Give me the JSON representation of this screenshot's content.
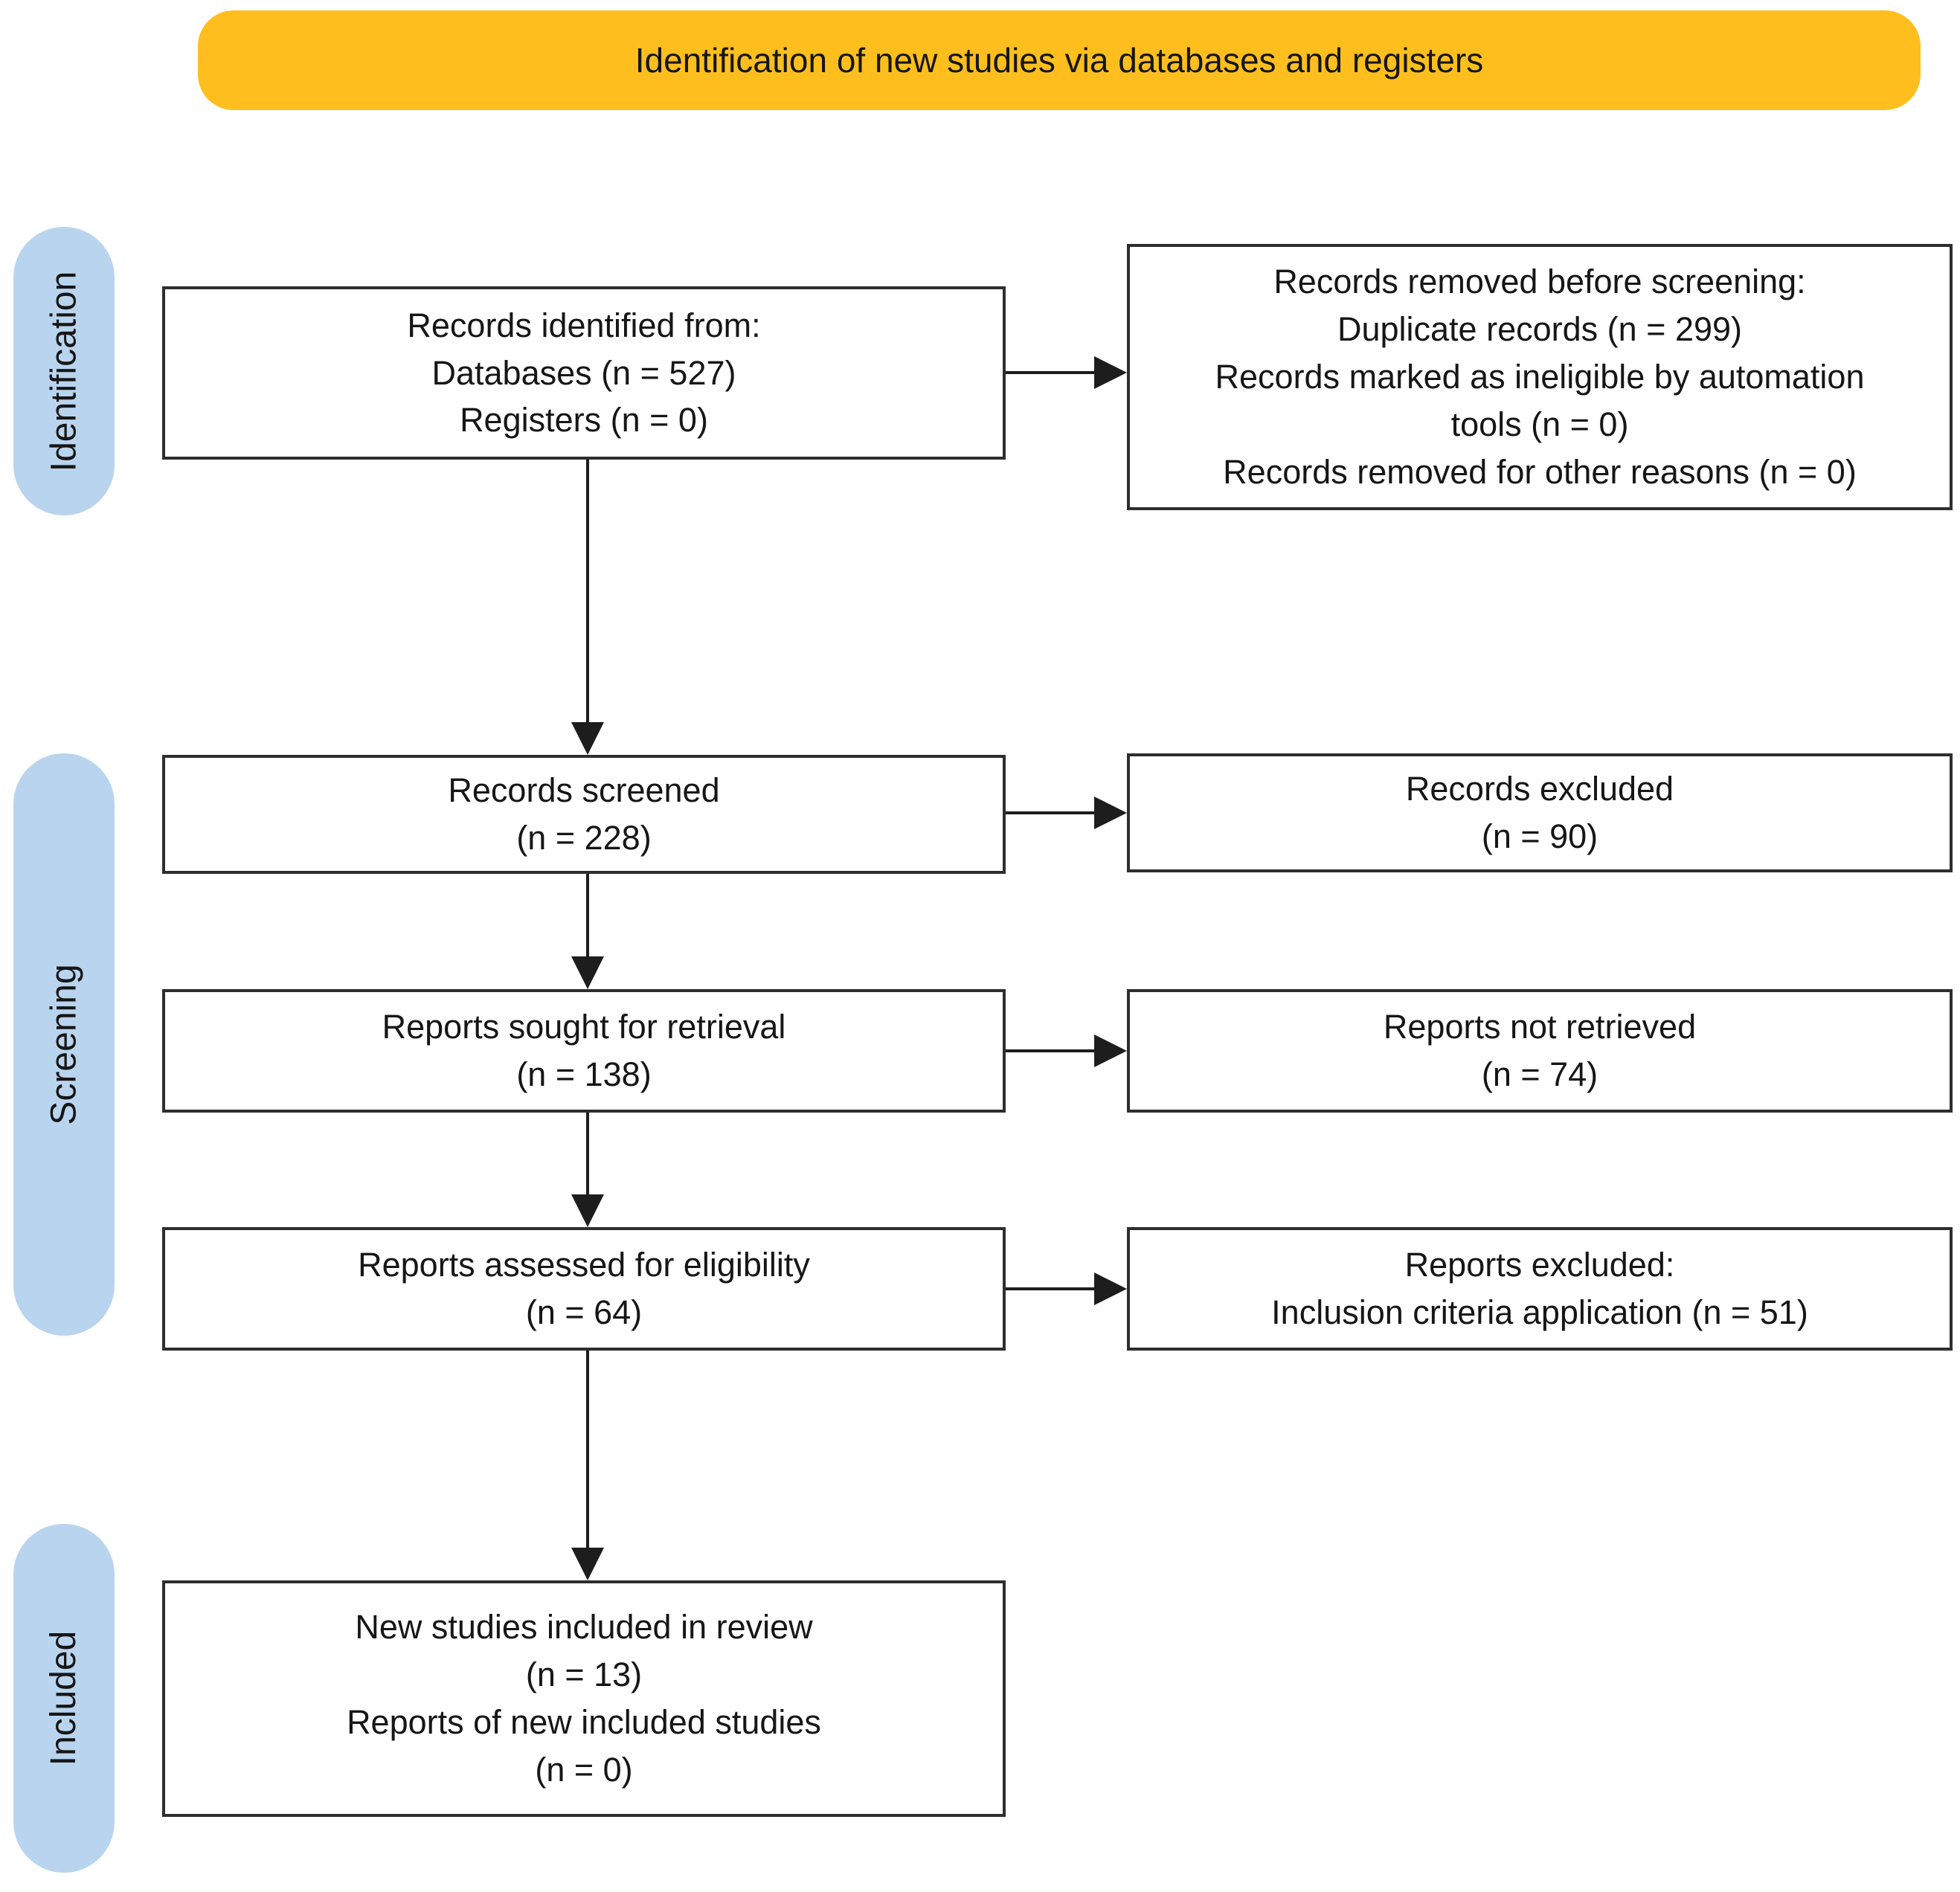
{
  "title_banner": {
    "text": "Identification of new studies via databases and registers"
  },
  "stage_labels": [
    {
      "label": "Identification"
    },
    {
      "label": "Screening"
    },
    {
      "label": "Included"
    }
  ],
  "boxes": {
    "records_identified": {
      "lines": [
        "Records identified from:",
        "Databases (n = 527)",
        "Registers (n = 0)"
      ]
    },
    "records_removed": {
      "lines": [
        "Records removed before screening:",
        "Duplicate records (n = 299)",
        "Records marked as ineligible by automation tools (n = 0)",
        "Records removed for other reasons (n = 0)"
      ]
    },
    "records_screened": {
      "lines": [
        "Records screened",
        "(n = 228)"
      ]
    },
    "records_excluded": {
      "lines": [
        "Records excluded",
        "(n = 90)"
      ]
    },
    "reports_sought": {
      "lines": [
        "Reports sought for retrieval",
        "(n = 138)"
      ]
    },
    "reports_not_retrieved": {
      "lines": [
        "Reports not retrieved",
        "(n = 74)"
      ]
    },
    "reports_assessed": {
      "lines": [
        "Reports assessed for eligibility",
        "(n = 64)"
      ]
    },
    "reports_excluded": {
      "lines": [
        "Reports excluded:",
        "Inclusion criteria application (n = 51)"
      ]
    },
    "new_studies_included": {
      "lines": [
        "New studies included in review",
        "(n = 13)",
        "Reports of new included studies",
        "(n = 0)"
      ]
    }
  },
  "colors": {
    "banner_bg": "#FEBF1E",
    "stage_pill_bg": "#B9D4EE",
    "box_border": "#2E2E2E",
    "arrow": "#1D1D1D",
    "text": "#161616",
    "background": "#FFFFFF"
  }
}
